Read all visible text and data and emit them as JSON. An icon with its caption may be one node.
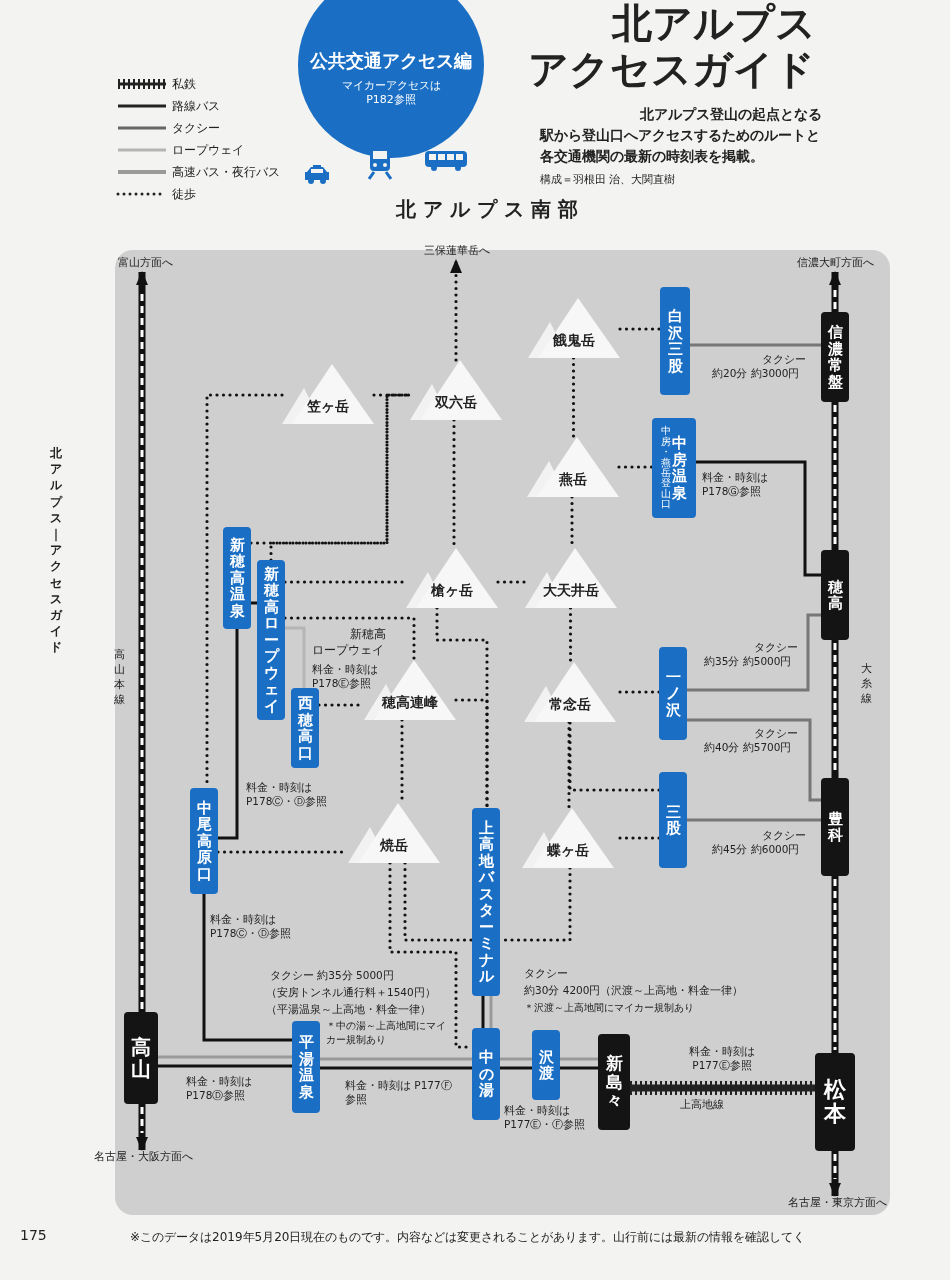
{
  "diagram": {
    "title": "北アルプスアクセスガイド",
    "nodes": [
      {
        "text": [
          "餓鬼岳"
        ]
      },
      {
        "text": [
          "笠ヶ岳"
        ]
      },
      {
        "text": [
          "双六岳"
        ]
      },
      {
        "text": [
          "燕岳"
        ]
      },
      {
        "text": [
          "槍ヶ岳"
        ]
      },
      {
        "text": [
          "大天井岳"
        ]
      },
      {
        "text": [
          "穂高連峰"
        ]
      },
      {
        "text": [
          "常念岳"
        ]
      },
      {
        "text": [
          "焼岳"
        ]
      },
      {
        "text": [
          "蝶ヶ岳"
        ]
      },
      {
        "text": [
          "白沢三股"
        ]
      },
      {
        "text": [
          "中房・燕岳登山口",
          "中房温泉"
        ]
      },
      {
        "text": [
          "新穂高温泉"
        ]
      },
      {
        "text": [
          "新穂高ロープウェイ"
        ]
      },
      {
        "text": [
          "西穂高口"
        ]
      },
      {
        "text": [
          "一ノ沢"
        ]
      },
      {
        "text": [
          "三股"
        ]
      },
      {
        "text": [
          "中尾高原口"
        ]
      },
      {
        "text": [
          "上高地バスターミナル"
        ]
      },
      {
        "text": [
          "平湯温泉"
        ]
      },
      {
        "text": [
          "中の湯"
        ]
      },
      {
        "text": [
          "沢渡"
        ]
      },
      {
        "text": [
          "信濃常盤"
        ]
      },
      {
        "text": [
          "穂高"
        ]
      },
      {
        "text": [
          "豊科"
        ]
      },
      {
        "text": [
          "高山"
        ]
      },
      {
        "text": [
          "新島々"
        ]
      },
      {
        "text": [
          "松本"
        ]
      },
      {
        "text": [
          "富山方面へ"
        ]
      },
      {
        "text": [
          "三保蓮華岳へ"
        ]
      },
      {
        "text": [
          "信濃大町方面へ"
        ]
      },
      {
        "text": [
          "名古屋・大阪方面へ"
        ]
      },
      {
        "text": [
          "名古屋・東京方面へ"
        ]
      },
      {
        "text": [
          "公共交通アクセス編",
          "マイカーアクセスはP182参照"
        ]
      }
    ],
    "edges": [
      {
        "from": 25,
        "to": 28,
        "arrow": "to",
        "style": "thick"
      },
      {
        "from": 25,
        "to": 31,
        "arrow": "to",
        "style": "thick"
      },
      {
        "from": 22,
        "to": 30,
        "arrow": "to",
        "style": "thick"
      },
      {
        "from": 22,
        "to": 23,
        "arrow": "none",
        "style": "thick"
      },
      {
        "from": 23,
        "to": 24,
        "arrow": "none",
        "style": "thick"
      },
      {
        "from": 24,
        "to": 27,
        "arrow": "none",
        "style": "thick"
      },
      {
        "from": 27,
        "to": 32,
        "arrow": "to",
        "style": "thick"
      },
      {
        "from": 26,
        "to": 27,
        "arrow": "none",
        "style": "thick",
        "color": "#222222",
        "label": "上高地線"
      },
      {
        "from": 10,
        "to": 22,
        "arrow": "none",
        "color": "#777777",
        "label": "タクシー約20分 約3000円"
      },
      {
        "from": 11,
        "to": 23,
        "arrow": "none",
        "label": "料金・時刻は P178Ⓖ参照"
      },
      {
        "from": 15,
        "to": 23,
        "arrow": "none",
        "color": "#777777",
        "label": "タクシー約35分 約5000円"
      },
      {
        "from": 15,
        "to": 24,
        "arrow": "none",
        "color": "#777777",
        "label": "タクシー約40分 約5700円"
      },
      {
        "from": 16,
        "to": 24,
        "arrow": "none",
        "color": "#777777",
        "label": "タクシー約45分 約6000円"
      },
      {
        "from": 12,
        "to": 13,
        "arrow": "none"
      },
      {
        "from": 13,
        "to": 14,
        "arrow": "none",
        "color": "#b5b5b5",
        "label": "料金・時刻は P178Ⓔ参照"
      },
      {
        "from": 12,
        "to": 17,
        "arrow": "none",
        "label": "料金・時刻は P178Ⓒ・Ⓓ参照"
      },
      {
        "from": 17,
        "to": 19,
        "arrow": "none",
        "label": "料金・時刻は P178Ⓒ・Ⓓ参照"
      },
      {
        "from": 25,
        "to": 19,
        "arrow": "none",
        "label": "料金・時刻は P178Ⓓ参照"
      },
      {
        "from": 19,
        "to": 20,
        "arrow": "none",
        "label": "料金・時刻は P177Ⓕ参照"
      },
      {
        "from": 20,
        "to": 21,
        "arrow": "none"
      },
      {
        "from": 21,
        "to": 26,
        "arrow": "none"
      },
      {
        "from": 25,
        "to": 19,
        "arrow": "none",
        "color": "#9a9a9a"
      },
      {
        "from": 19,
        "to": 20,
        "arrow": "none",
        "color": "#9a9a9a"
      },
      {
        "from": 20,
        "to": 21,
        "arrow": "none",
        "color": "#9a9a9a"
      },
      {
        "from": 21,
        "to": 26,
        "arrow": "none",
        "color": "#9a9a9a"
      },
      {
        "from": 18,
        "to": 20,
        "arrow": "none"
      },
      {
        "from": 18,
        "to": 20,
        "arrow": "none",
        "color": "#9a9a9a"
      },
      {
        "from": 2,
        "to": 29,
        "arrow": "to",
        "style": "dashed"
      },
      {
        "from": 1,
        "to": 2,
        "arrow": "none",
        "style": "dashed"
      },
      {
        "from": 1,
        "to": 17,
        "arrow": "none",
        "style": "dashed"
      },
      {
        "from": 12,
        "to": 2,
        "arrow": "none",
        "style": "dashed"
      },
      {
        "from": 13,
        "to": 2,
        "arrow": "none",
        "style": "dashed"
      },
      {
        "from": 2,
        "to": 4,
        "arrow": "none",
        "style": "dashed"
      },
      {
        "from": 13,
        "to": 4,
        "arrow": "none",
        "style": "dashed"
      },
      {
        "from": 4,
        "to": 5,
        "arrow": "none",
        "style": "dashed"
      },
      {
        "from": 13,
        "to": 6,
        "arrow": "none",
        "style": "dashed"
      },
      {
        "from": 14,
        "to": 6,
        "arrow": "none",
        "style": "dashed"
      },
      {
        "from": 6,
        "to": 8,
        "arrow": "none",
        "style": "dashed"
      },
      {
        "from": 4,
        "to": 18,
        "arrow": "none",
        "style": "dashed"
      },
      {
        "from": 6,
        "to": 18,
        "arrow": "none",
        "style": "dashed"
      },
      {
        "from": 17,
        "to": 8,
        "arrow": "none",
        "style": "dashed"
      },
      {
        "from": 8,
        "to": 18,
        "arrow": "none",
        "style": "dashed"
      },
      {
        "from": 8,
        "to": 20,
        "arrow": "none",
        "style": "dashed"
      },
      {
        "from": 9,
        "to": 18,
        "arrow": "none",
        "style": "dashed"
      },
      {
        "from": 7,
        "to": 9,
        "arrow": "none",
        "style": "dashed"
      },
      {
        "from": 16,
        "to": 7,
        "arrow": "none",
        "style": "dashed"
      },
      {
        "from": 16,
        "to": 9,
        "arrow": "none",
        "style": "dashed"
      },
      {
        "from": 15,
        "to": 7,
        "arrow": "none",
        "style": "dashed"
      },
      {
        "from": 5,
        "to": 7,
        "arrow": "none",
        "style": "dashed"
      },
      {
        "from": 3,
        "to": 5,
        "arrow": "none",
        "style": "dashed"
      },
      {
        "from": 0,
        "to": 3,
        "arrow": "none",
        "style": "dashed"
      },
      {
        "from": 0,
        "to": 10,
        "arrow": "none",
        "style": "dashed"
      },
      {
        "from": 3,
        "to": 11,
        "arrow": "none",
        "style": "dashed"
      }
    ],
    "labels": [
      "北アルプス登山の起点となる駅から登山口へアクセスするためのルートと各交通機関の最新の時刻表を掲載。",
      "構成＝羽根田 治、大関直樹",
      "北アルプス南部",
      "北アルプス｜アクセスガイド",
      "高山本線",
      "大糸線",
      "タクシー 約35分 5000円",
      "（安房トンネル通行料＋1540円）",
      "（平湯温泉～上高地・料金一律）",
      "＊中の湯～上高地間にマイカー規制あり",
      "タクシー",
      "約30分 4200円（沢渡～上高地・料金一律）",
      "＊沢渡～上高地間にマイカー規制あり",
      "料金・時刻は P177Ⓔ参照",
      "料金・時刻は P177Ⓔ・Ⓕ参照",
      "175",
      "※このデータは2019年5月20日現在のものです。内容などは変更されることがあります。山行前には最新の情報を確認してく",
      "新穂高ロープウェイ"
    ],
    "legend": [
      {
        "text": "私鉄"
      },
      {
        "text": "路線バス"
      },
      {
        "text": "タクシー"
      },
      {
        "text": "ロープウェイ"
      },
      {
        "text": "高速バス・夜行バス"
      },
      {
        "text": "徒歩"
      }
    ]
  }
}
